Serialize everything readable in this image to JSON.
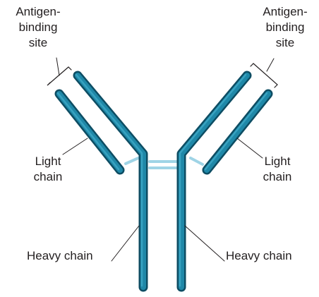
{
  "labels": {
    "antigen_left": [
      "Antigen-",
      "binding",
      "site"
    ],
    "antigen_right": [
      "Antigen-",
      "binding",
      "site"
    ],
    "light_left": [
      "Light",
      "chain"
    ],
    "light_right": [
      "Light",
      "chain"
    ],
    "heavy_left": "Heavy chain",
    "heavy_right": "Heavy chain"
  },
  "colors": {
    "chain_outline": "#0d4d63",
    "chain_fill": "#1f88a8",
    "chain_highlight": "#3fa9c6",
    "disulfide_bond": "#9fd4e6",
    "leader_line": "#231f20",
    "text": "#231f20"
  }
}
